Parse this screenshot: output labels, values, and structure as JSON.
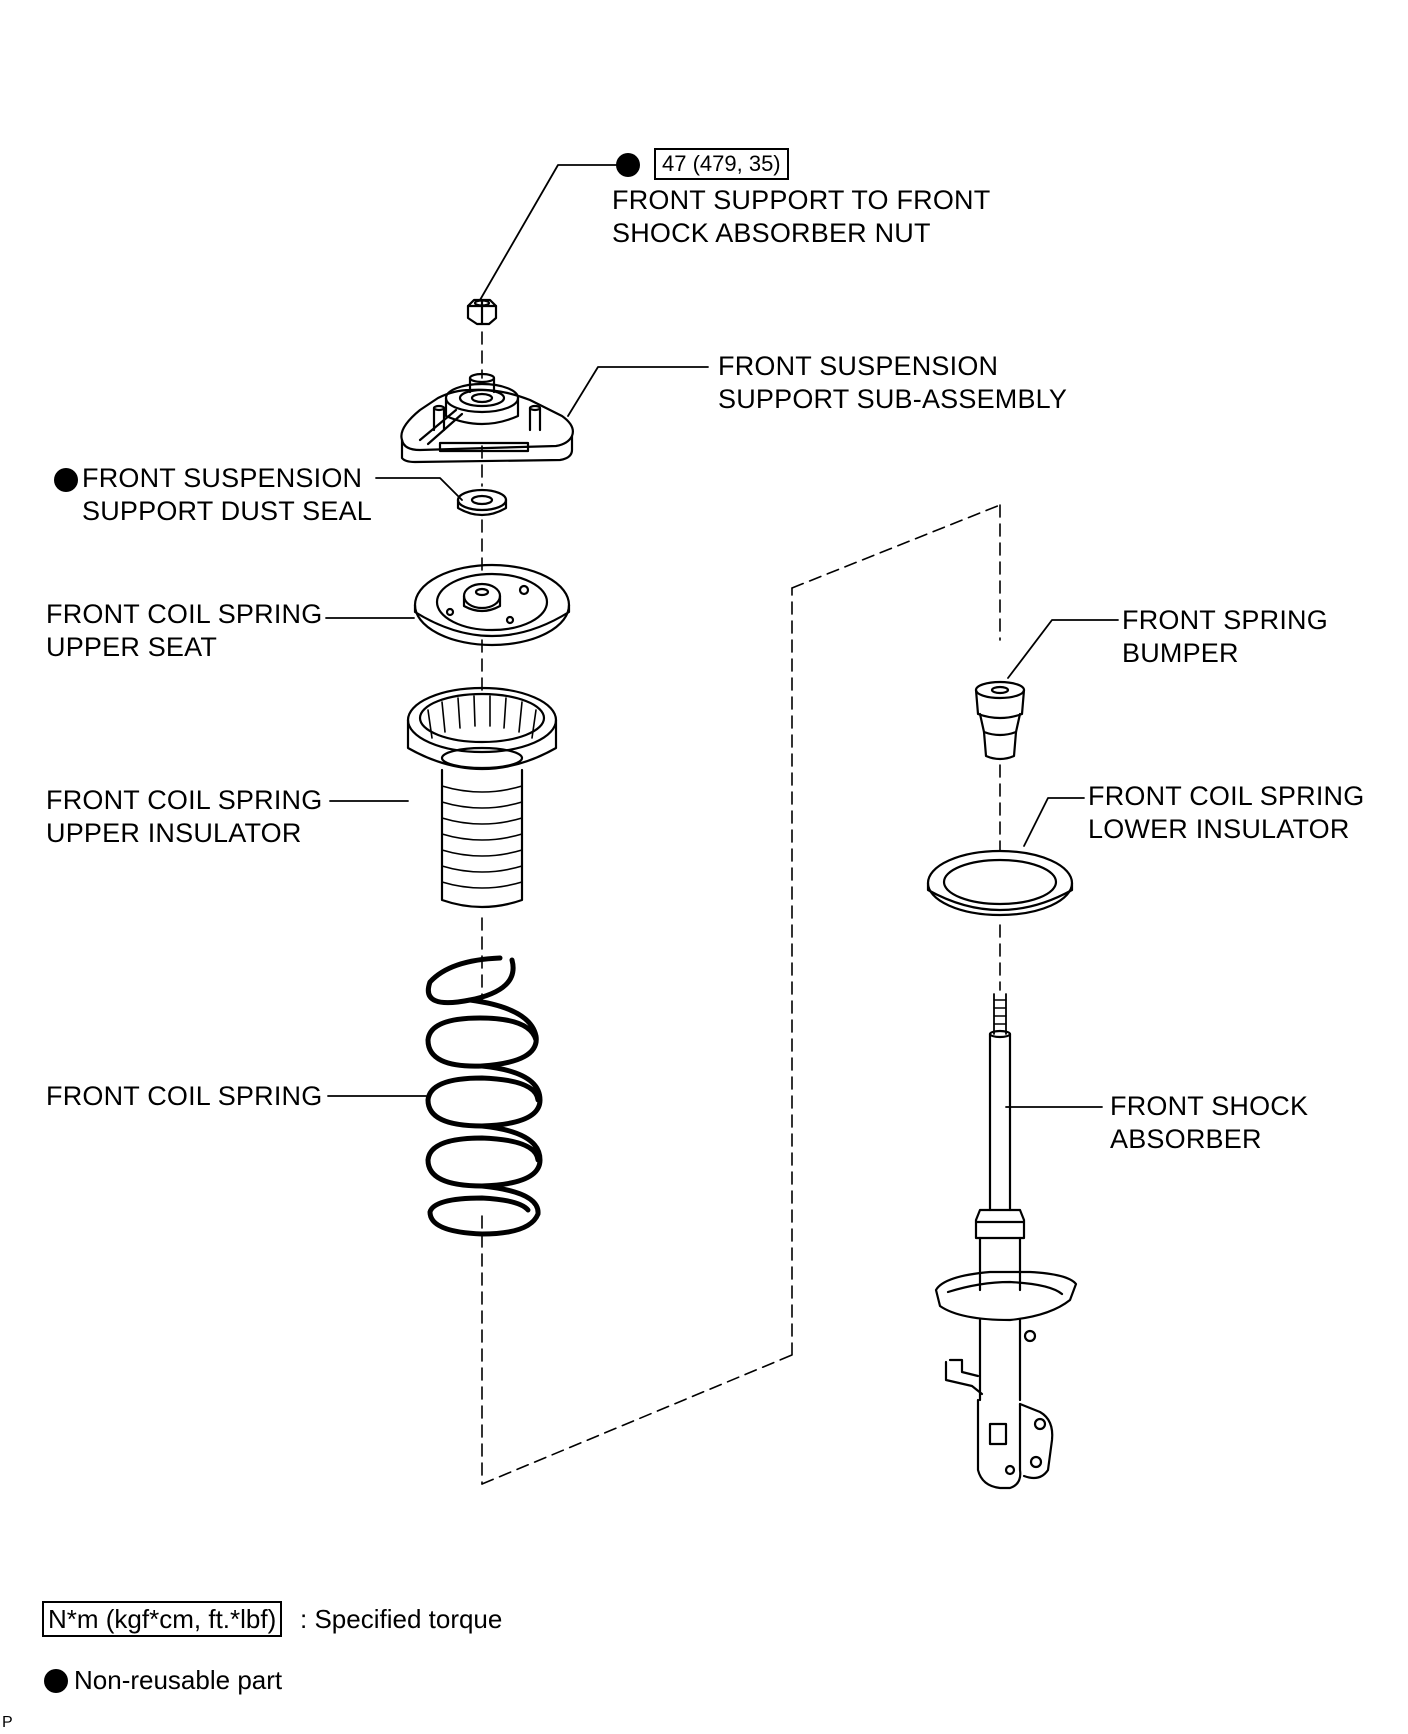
{
  "nut": {
    "torque_spec": "47 (479, 35)",
    "label_line1": "FRONT SUPPORT TO FRONT",
    "label_line2": "SHOCK ABSORBER NUT"
  },
  "support_assembly": {
    "label_line1": "FRONT SUSPENSION",
    "label_line2": "SUPPORT SUB-ASSEMBLY"
  },
  "dust_seal": {
    "label_line1": "FRONT SUSPENSION",
    "label_line2": "SUPPORT DUST SEAL"
  },
  "upper_seat": {
    "label_line1": "FRONT COIL SPRING",
    "label_line2": "UPPER SEAT"
  },
  "upper_insulator": {
    "label_line1": "FRONT COIL SPRING",
    "label_line2": "UPPER INSULATOR"
  },
  "coil_spring": {
    "label": "FRONT COIL SPRING"
  },
  "spring_bumper": {
    "label_line1": "FRONT SPRING",
    "label_line2": "BUMPER"
  },
  "lower_insulator": {
    "label_line1": "FRONT COIL SPRING",
    "label_line2": "LOWER INSULATOR"
  },
  "shock_absorber": {
    "label_line1": "FRONT SHOCK",
    "label_line2": "ABSORBER"
  },
  "legend": {
    "torque_box": "N*m (kgf*cm, ft.*lbf)",
    "torque_text": ": Specified torque",
    "nonreusable_text": "Non-reusable part"
  },
  "corner_mark": "P"
}
